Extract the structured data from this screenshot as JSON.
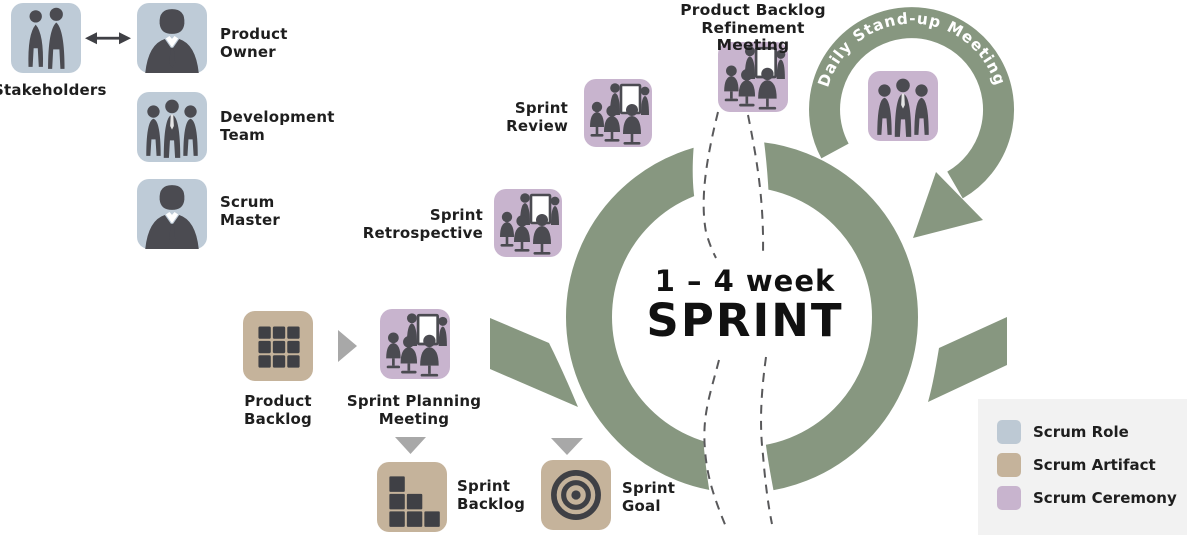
{
  "center": {
    "duration": "1 – 4 week",
    "sprint": "SPRINT"
  },
  "loop": {
    "label": "Daily Stand-up Meeting"
  },
  "roles": {
    "stakeholders": {
      "label": "Stakeholders"
    },
    "product_owner": {
      "line1": "Product",
      "line2": "Owner"
    },
    "development_team": {
      "line1": "Development",
      "line2": "Team"
    },
    "scrum_master": {
      "line1": "Scrum",
      "line2": "Master"
    }
  },
  "artifacts": {
    "product_backlog": {
      "line1": "Product",
      "line2": "Backlog"
    },
    "sprint_backlog": {
      "line1": "Sprint",
      "line2": "Backlog"
    },
    "sprint_goal": {
      "line1": "Sprint",
      "line2": "Goal"
    }
  },
  "ceremonies": {
    "sprint_planning": {
      "line1": "Sprint Planning",
      "line2": "Meeting"
    },
    "sprint_review": {
      "line1": "Sprint",
      "line2": "Review"
    },
    "sprint_retrospective": {
      "line1": "Sprint",
      "line2": "Retrospective"
    },
    "refinement": {
      "line1": "Product Backlog",
      "line2": "Refinement Meeting"
    }
  },
  "legend": {
    "items": [
      {
        "label": "Scrum Role",
        "color": "#bdc9d4"
      },
      {
        "label": "Scrum Artifact",
        "color": "#c5b39b"
      },
      {
        "label": "Scrum Ceremony",
        "color": "#c8b4ce"
      }
    ]
  },
  "colors": {
    "sage_green": "#879780",
    "role_blue": "#becbd7",
    "artifact_tan": "#c5b39b",
    "ceremony_purple": "#c8b4ce",
    "silhouette": "#4b4b51",
    "arrow_gray": "#a8a8a8",
    "legend_bg": "#f2f2f2"
  }
}
